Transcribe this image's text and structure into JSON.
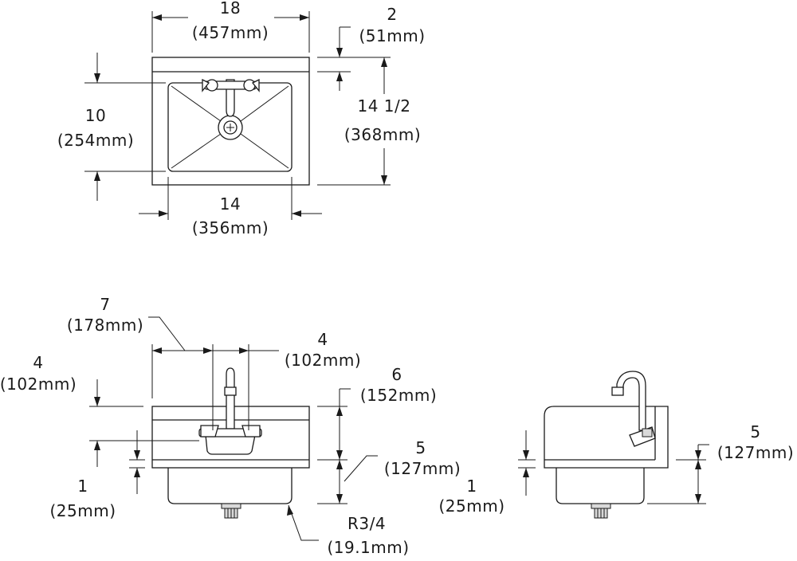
{
  "top_view": {
    "width_in": "18",
    "width_mm": "(457mm)",
    "backsplash_in": "2",
    "backsplash_mm": "(51mm)",
    "depth_in": "14 1/2",
    "depth_mm": "(368mm)",
    "bowl_depth_in": "10",
    "bowl_depth_mm": "(254mm)",
    "bowl_width_in": "14",
    "bowl_width_mm": "(356mm)"
  },
  "front_view": {
    "faucet_offset_in": "7",
    "faucet_offset_mm": "(178mm)",
    "faucet_spread_in": "4",
    "faucet_spread_mm": "(102mm)",
    "faucet_height_in": "4",
    "faucet_height_mm": "(102mm)",
    "splash_height_in": "6",
    "splash_height_mm": "(152mm)",
    "bowl_height_in": "5",
    "bowl_height_mm": "(127mm)",
    "rim_in": "1",
    "rim_mm": "(25mm)",
    "drain_in": "R3/4",
    "drain_mm": "(19.1mm)"
  },
  "side_view": {
    "bowl_height_in": "5",
    "bowl_height_mm": "(127mm)",
    "rim_in": "1",
    "rim_mm": "(25mm)"
  }
}
